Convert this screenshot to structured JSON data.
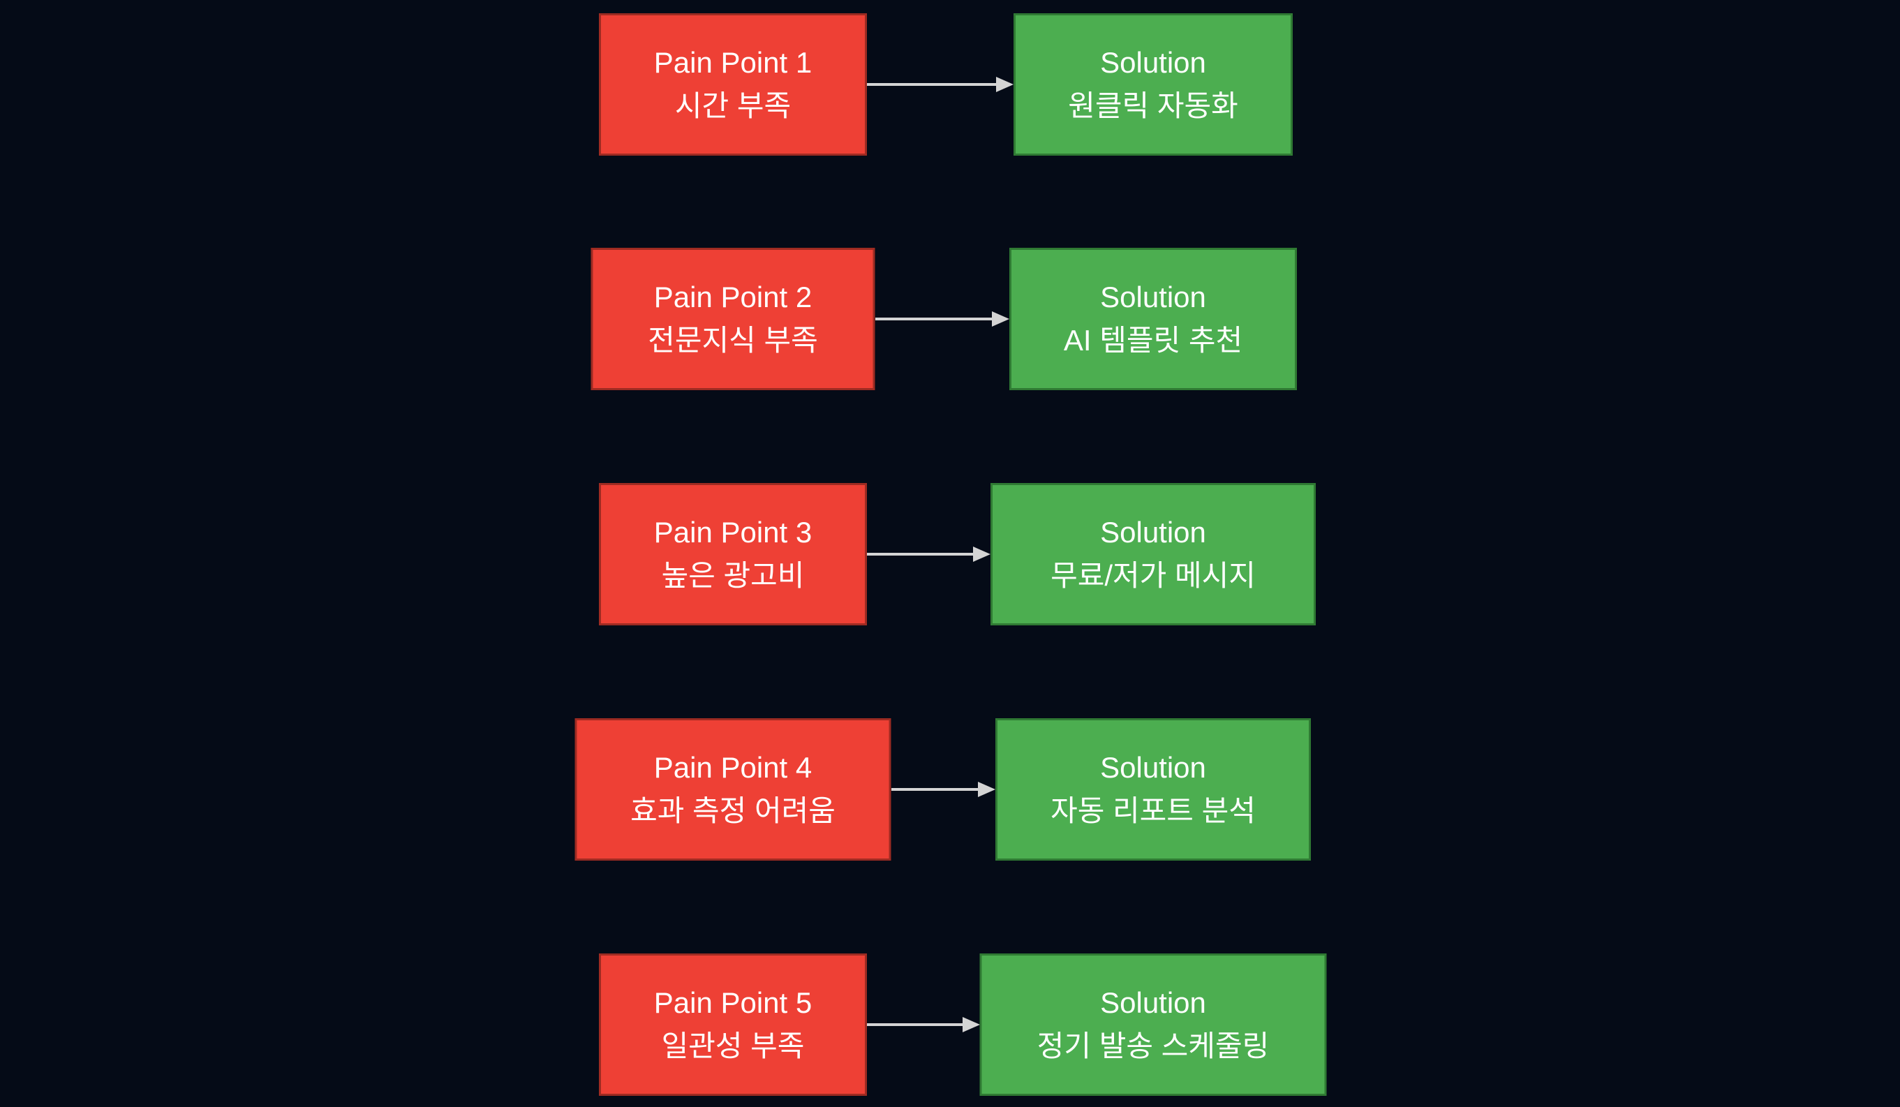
{
  "diagram": {
    "rows": [
      {
        "pain": {
          "title": "Pain Point 1",
          "subtitle": "시간 부족"
        },
        "solution": {
          "title": "Solution",
          "subtitle": "원클릭 자동화"
        }
      },
      {
        "pain": {
          "title": "Pain Point 2",
          "subtitle": "전문지식 부족"
        },
        "solution": {
          "title": "Solution",
          "subtitle": "AI 템플릿 추천"
        }
      },
      {
        "pain": {
          "title": "Pain Point 3",
          "subtitle": "높은 광고비"
        },
        "solution": {
          "title": "Solution",
          "subtitle": "무료/저가 메시지"
        }
      },
      {
        "pain": {
          "title": "Pain Point 4",
          "subtitle": "효과 측정 어려움"
        },
        "solution": {
          "title": "Solution",
          "subtitle": "자동 리포트 분석"
        }
      },
      {
        "pain": {
          "title": "Pain Point 5",
          "subtitle": "일관성 부족"
        },
        "solution": {
          "title": "Solution",
          "subtitle": "정기 발송 스케줄링"
        }
      }
    ]
  },
  "colors": {
    "background": "#050b17",
    "pain_fill": "#ee4035",
    "pain_border": "#9e2b22",
    "solution_fill": "#4cae50",
    "solution_border": "#2f7a33",
    "arrow": "#d4d4d4",
    "text": "#ffffff"
  }
}
